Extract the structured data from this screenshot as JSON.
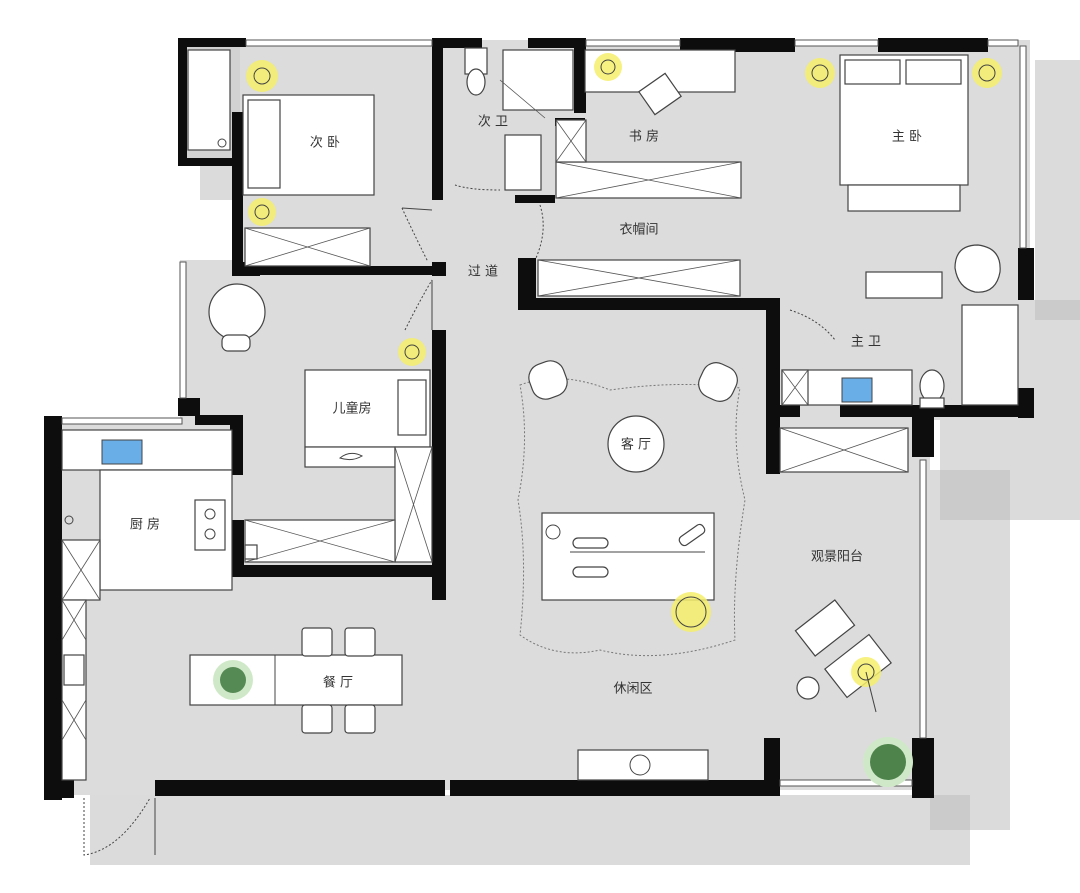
{
  "floorplan": {
    "rooms": {
      "second_bedroom": "次 卧",
      "second_bath": "次 卫",
      "study": "书 房",
      "master_bedroom": "主 卧",
      "walk_in_closet": "衣帽间",
      "corridor": "过 道",
      "master_bath": "主 卫",
      "kids_room": "儿童房",
      "living_room": "客 厅",
      "kitchen": "厨 房",
      "view_balcony": "观景阳台",
      "dining_room": "餐 厅",
      "leisure_area": "休闲区"
    },
    "colors": {
      "floor": "#dcdcdc",
      "wall": "#0d0d0d",
      "fixture_blue": "#6aaee8",
      "lamp_yellow": "#f5ee6a",
      "plant_green": "#2d6a2d"
    }
  }
}
